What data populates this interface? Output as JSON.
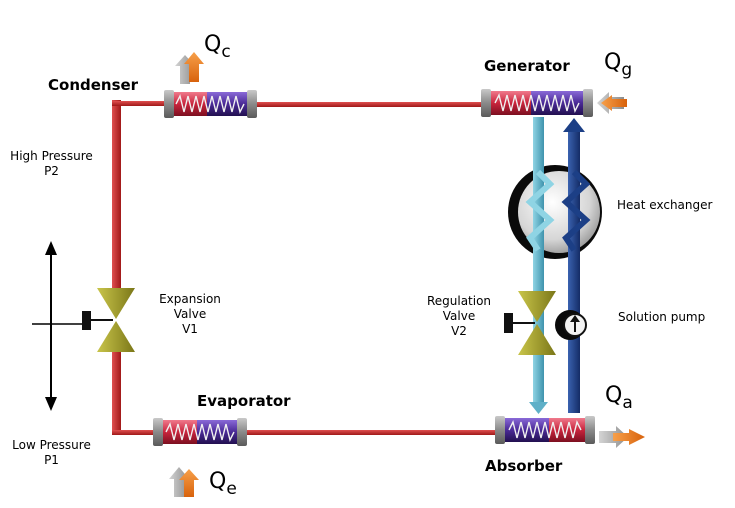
{
  "components": {
    "condenser": "Condenser",
    "generator": "Generator",
    "evaporator": "Evaporator",
    "absorber": "Absorber"
  },
  "heat_flows": {
    "qc": {
      "symbol": "Q",
      "subscript": "c"
    },
    "qg": {
      "symbol": "Q",
      "subscript": "g"
    },
    "qe": {
      "symbol": "Q",
      "subscript": "e"
    },
    "qa": {
      "symbol": "Q",
      "subscript": "a"
    }
  },
  "pressure": {
    "high_line1": "High Pressure",
    "high_line2": "P2",
    "low_line1": "Low Pressure",
    "low_line2": "P1"
  },
  "expansion_valve": {
    "line1": "Expansion",
    "line2": "Valve",
    "line3": "V1"
  },
  "regulation_valve": {
    "line1": "Regulation",
    "line2": "Valve",
    "line3": "V2"
  },
  "heat_exchanger": "Heat exchanger",
  "solution_pump": "Solution pump",
  "colors": {
    "refrigerant_line": "#cc2222",
    "weak_solution": "#6ab8cf",
    "strong_solution": "#1c3f86",
    "valve": "#a4a12c",
    "heat_arrow": "#e87b1e",
    "coil_red": "#c8243c",
    "coil_blue": "#4a2a96"
  }
}
